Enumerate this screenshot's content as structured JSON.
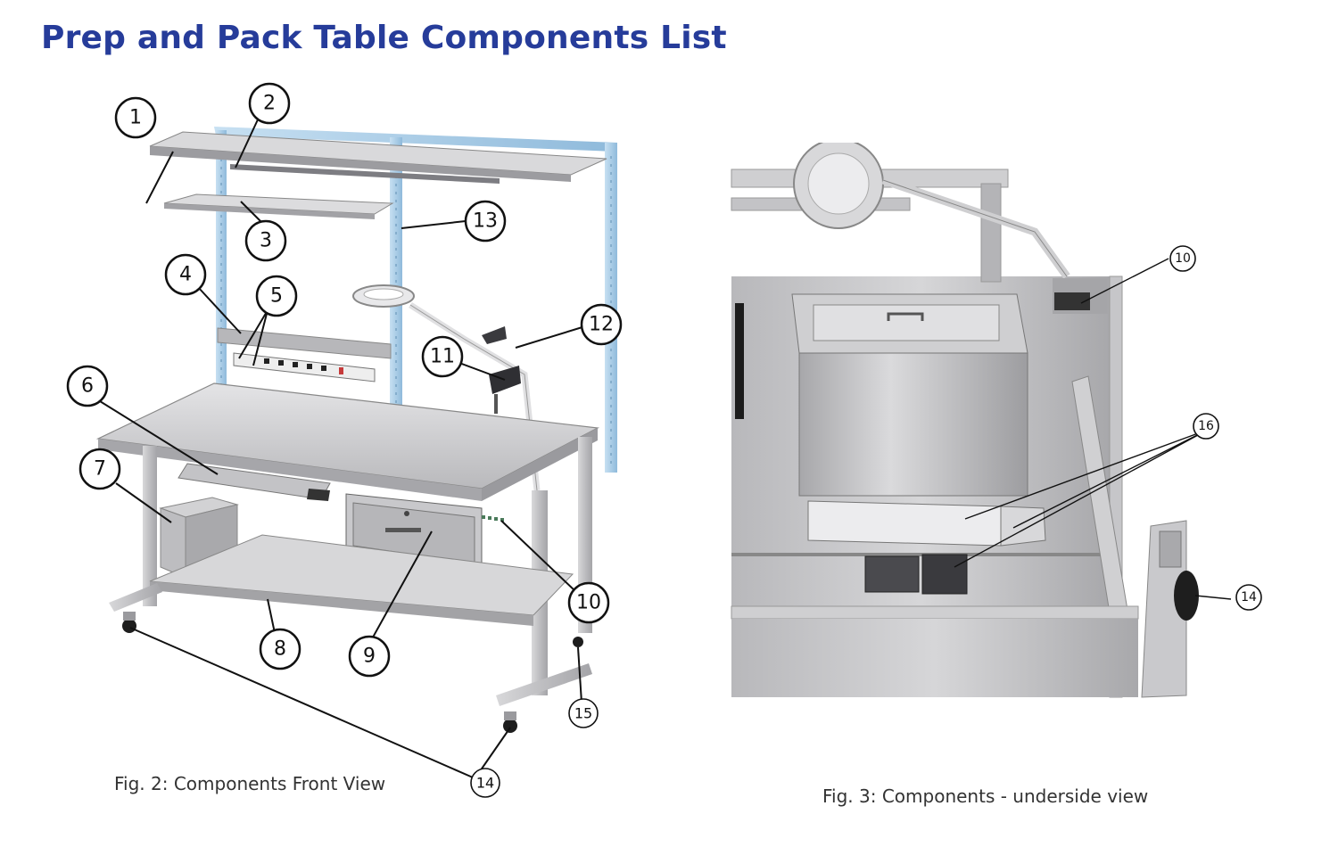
{
  "title": "Prep and Pack Table Components List",
  "figure_front": {
    "caption": "Fig. 2: Components Front View",
    "callouts": [
      "1",
      "2",
      "3",
      "4",
      "5",
      "6",
      "7",
      "8",
      "9",
      "10",
      "11",
      "12",
      "13",
      "14",
      "15"
    ]
  },
  "figure_underside": {
    "caption": "Fig. 3: Components - underside view",
    "callouts": [
      "10",
      "16",
      "14"
    ]
  },
  "colors": {
    "title": "#263c9a",
    "frame_blue": "#a9cde8",
    "steel": "#c9c9cb"
  }
}
